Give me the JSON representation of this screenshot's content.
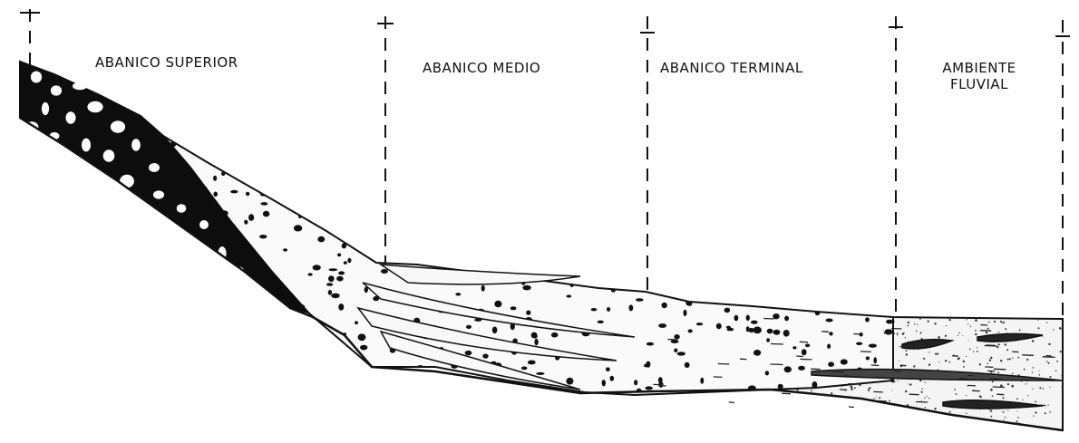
{
  "zones": {
    "superior": "ABANICO SUPERIOR",
    "medio": "ABANICO MEDIO",
    "terminal": "ABANICO TERMINAL",
    "fluvial_line1": "AMBIENTE",
    "fluvial_line2": "FLUVIAL"
  },
  "colors": {
    "ink": "#111111",
    "background": "#ffffff"
  }
}
